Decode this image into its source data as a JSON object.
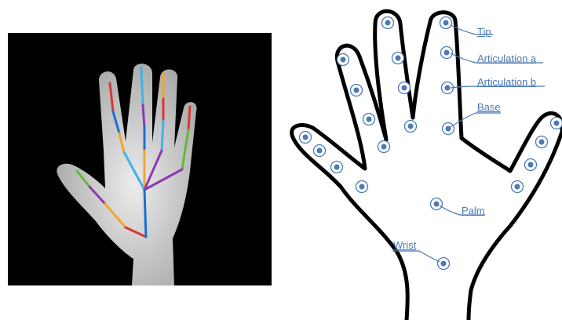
{
  "depth_image": {
    "kind": "hand depth map with skeleton overlay",
    "bone_colors": {
      "red": "#d8392e",
      "blue": "#1a6fd6",
      "cyan": "#3fb4e4",
      "orange": "#f0a52e",
      "purple": "#8b3bb0",
      "green": "#63b93a"
    }
  },
  "diagram": {
    "labels": {
      "tip": "Tip",
      "articulation_a": "Articulation a",
      "articulation_b": "Articulation b",
      "base": "Base",
      "palm": "Palm",
      "wrist": "Wrist"
    },
    "label_color": "#4a79b5",
    "joint_color": "#4a79b5",
    "outline_color": "#000000"
  }
}
